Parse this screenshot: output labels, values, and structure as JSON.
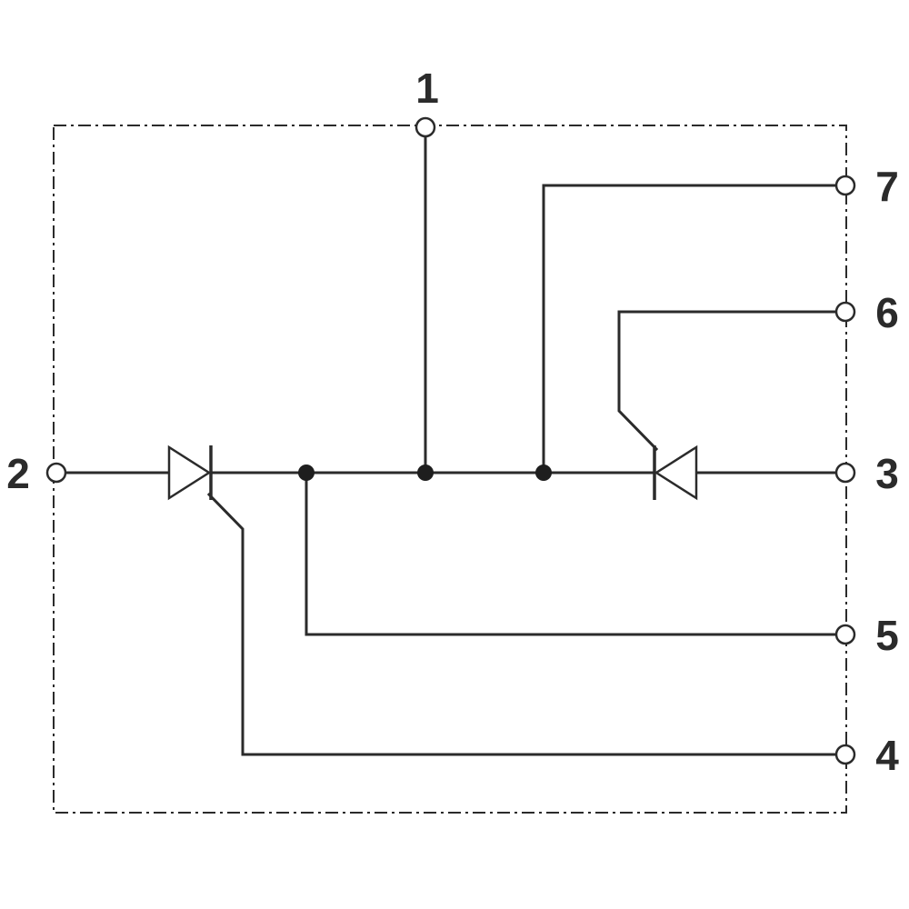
{
  "diagram": {
    "pins": {
      "p1": "1",
      "p2": "2",
      "p3": "3",
      "p4": "4",
      "p5": "5",
      "p6": "6",
      "p7": "7"
    },
    "colors": {
      "line": "#2b2b2b",
      "background": "#ffffff"
    },
    "components": [
      "thyristor-left",
      "thyristor-right"
    ]
  }
}
